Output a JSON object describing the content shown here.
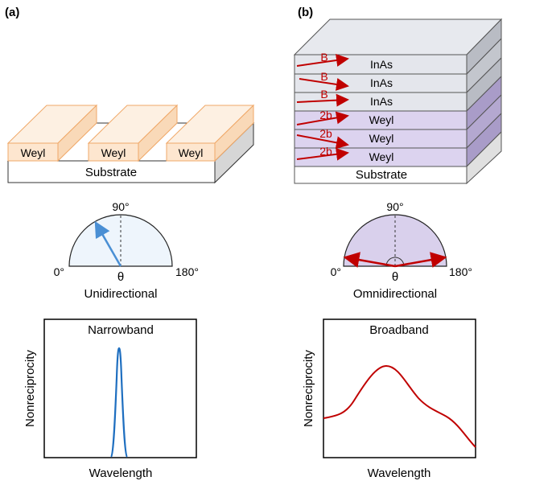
{
  "panel_a": {
    "label": "(a)",
    "block_labels": [
      "Weyl",
      "Weyl",
      "Weyl"
    ],
    "substrate": "Substrate",
    "semicircle": {
      "angle_90": "90°",
      "angle_0": "0°",
      "angle_180": "180°",
      "theta": "θ",
      "caption": "Unidirectional",
      "fill": "#eef5fc",
      "arrow_color": "#4a8fd4"
    },
    "plot": {
      "title": "Narrowband",
      "xlabel": "Wavelength",
      "ylabel": "Nonreciprocity",
      "line_color": "#1f6fc0"
    }
  },
  "panel_b": {
    "label": "(b)",
    "layers": [
      {
        "material": "InAs",
        "field": "B"
      },
      {
        "material": "InAs",
        "field": "B"
      },
      {
        "material": "InAs",
        "field": "B"
      },
      {
        "material": "Weyl",
        "field": "2b"
      },
      {
        "material": "Weyl",
        "field": "2b"
      },
      {
        "material": "Weyl",
        "field": "2b"
      }
    ],
    "substrate": "Substrate",
    "semicircle": {
      "angle_90": "90°",
      "angle_0": "0°",
      "angle_180": "180°",
      "theta": "θ",
      "caption": "Omnidirectional",
      "fill": "#d9d0ec",
      "arrow_color": "#c00000"
    },
    "plot": {
      "title": "Broadband",
      "xlabel": "Wavelength",
      "ylabel": "Nonreciprocity",
      "line_color": "#c00000"
    }
  },
  "colors": {
    "weyl_block": "#fde6cf",
    "weyl_edge": "#f0a868",
    "inas_layer": "#e4e6ec",
    "weyl_layer": "#dcd3ef",
    "arrow_red": "#c00000"
  }
}
